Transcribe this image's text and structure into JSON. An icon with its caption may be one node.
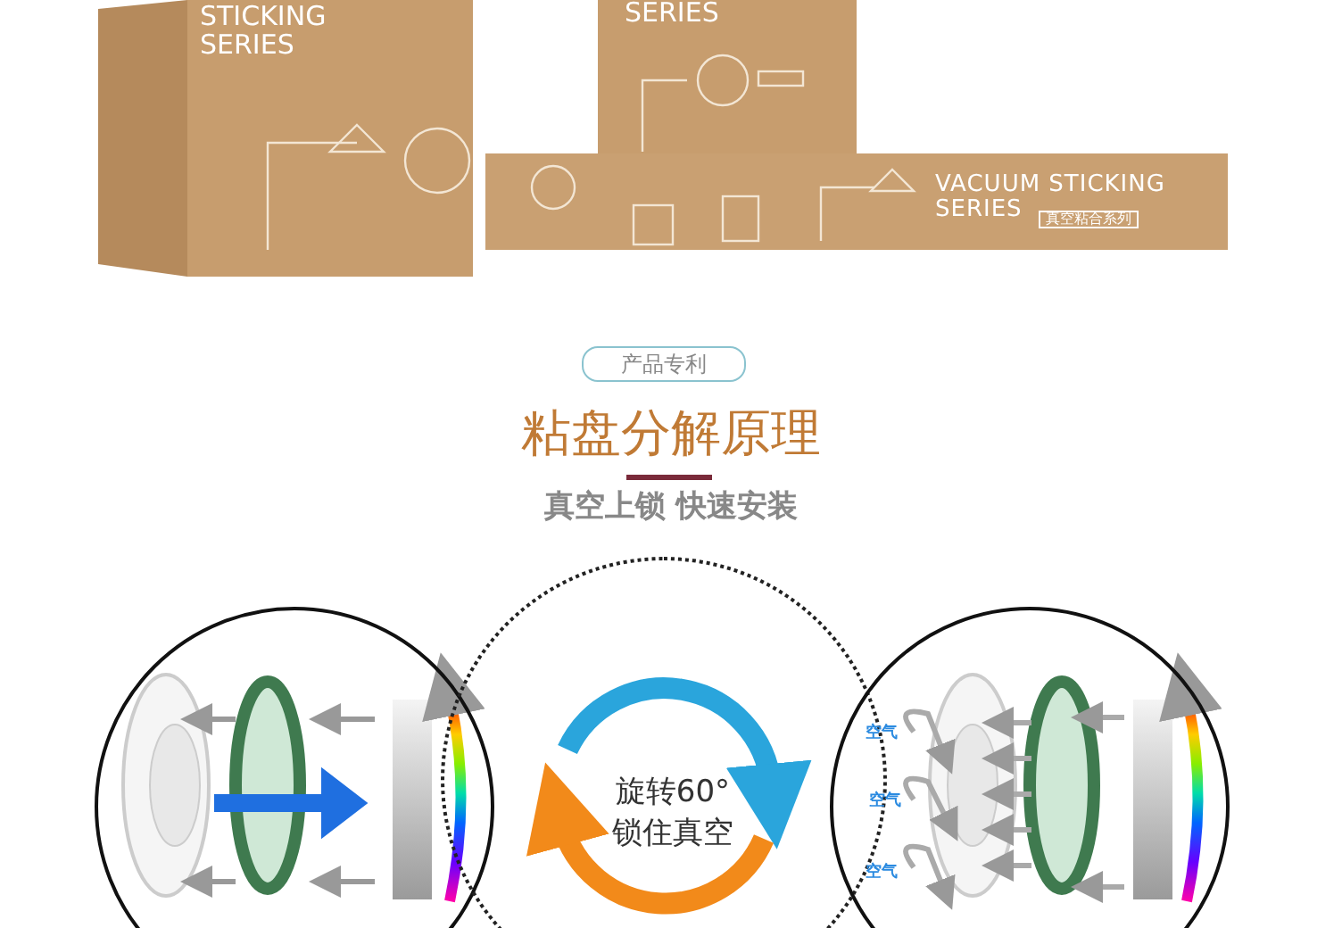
{
  "diagram": {
    "title": "粘盘分解原理",
    "nodes": [
      {
        "text": [
          "产品专利"
        ]
      },
      {
        "text": [],
        "shape": "circle"
      },
      {
        "text": [
          "旋转60° 锁住真空"
        ]
      },
      {
        "text": [
          "空气",
          "空气",
          "空气"
        ]
      }
    ],
    "labels": [
      "STICKING SERIES",
      "SERIES",
      "VACUUM STICKING SERIES",
      "真空粘合系列",
      "真空上锁 快速安装"
    ]
  }
}
